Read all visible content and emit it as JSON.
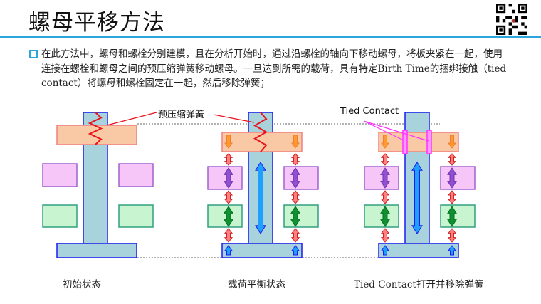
{
  "slide": {
    "title": "螺母平移方法",
    "bullet_text": "在此方法中，螺母和螺栓分别建模，且在分析开始时，通过沿螺栓的轴向下移动螺母，将板夹紧在一起，使用连接在螺栓和螺母之间的预压缩弹簧移动螺母。一旦达到所需的载荷，具有特定Birth Time的捆绑接触（tied contact）将螺母和螺栓固定在一起，然后移除弹簧；"
  },
  "diagram": {
    "spring_label": "预压缩弹簧",
    "tied_label": "Tied Contact",
    "captions": [
      "初始状态",
      "载荷平衡状态",
      "Tied Contact打开并移除弹簧"
    ]
  },
  "colors": {
    "accent": "#2aa6dc",
    "bolt": "#a9d3dc",
    "nut": "#f9c9a6",
    "plate_top": "#f5c6f7",
    "plate_bottom": "#c8f5cf",
    "spring": "#e8141c",
    "tie": "#ff33ff"
  }
}
